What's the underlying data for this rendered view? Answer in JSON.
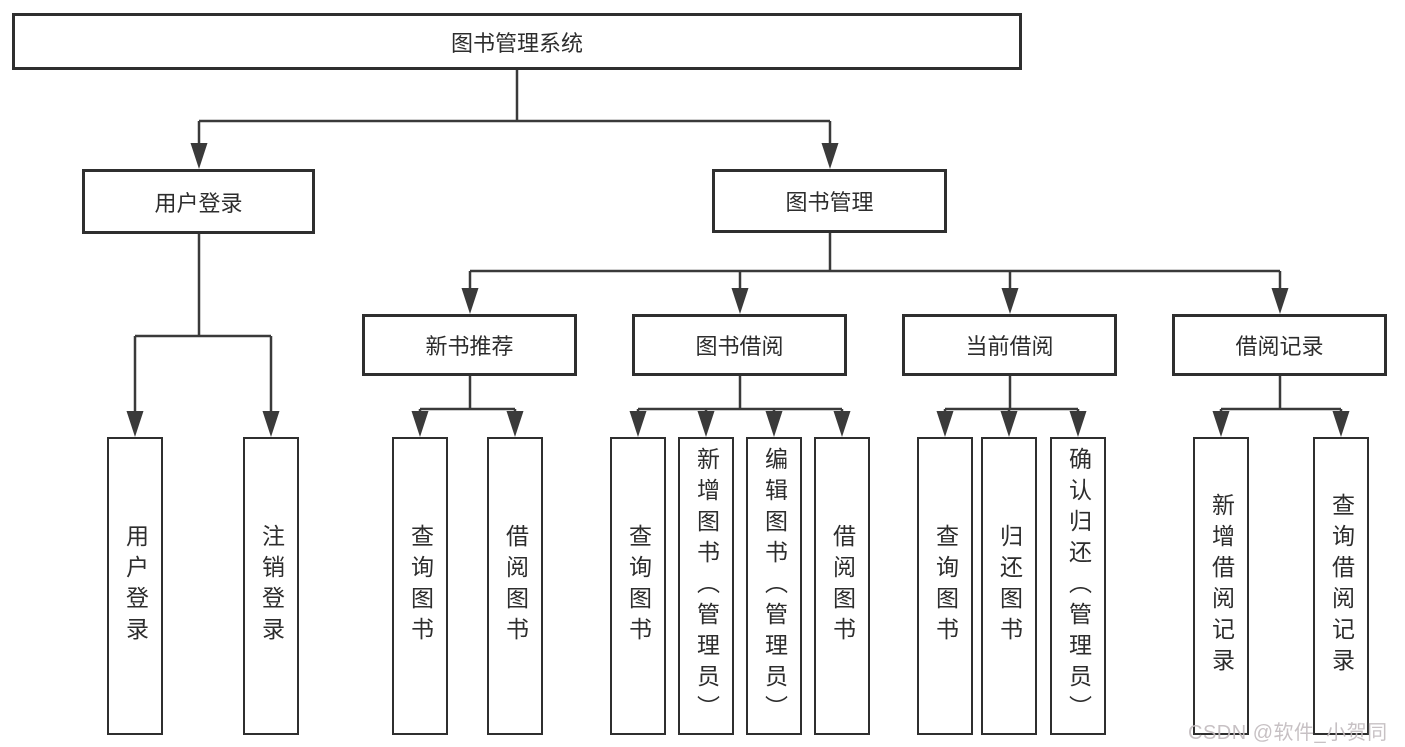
{
  "colors": {
    "background": "#ffffff",
    "line": "#3a3a3a",
    "border": "#2f2f2f",
    "text": "#2d2d2d",
    "watermark": "#c3bcbf"
  },
  "nodes": {
    "root": {
      "label": "图书管理系统"
    },
    "user_login": {
      "label": "用户登录"
    },
    "book_management": {
      "label": "图书管理"
    },
    "new_book_recommendation": {
      "label": "新书推荐"
    },
    "book_borrowing": {
      "label": "图书借阅"
    },
    "current_borrowing": {
      "label": "当前借阅"
    },
    "borrowing_records": {
      "label": "借阅记录"
    },
    "leaf_user_login": {
      "label": "用户登录"
    },
    "leaf_logout": {
      "label": "注销登录"
    },
    "leaf_rec_query_books": {
      "label": "查询图书"
    },
    "leaf_rec_borrow_books": {
      "label": "借阅图书"
    },
    "leaf_bor_query_books": {
      "label": "查询图书"
    },
    "leaf_bor_add_books": {
      "label": "新增图书（管理员）"
    },
    "leaf_bor_edit_books": {
      "label": "编辑图书（管理员）"
    },
    "leaf_bor_borrow_books": {
      "label": "借阅图书"
    },
    "leaf_cur_query_books": {
      "label": "查询图书"
    },
    "leaf_cur_return_books": {
      "label": "归还图书"
    },
    "leaf_cur_confirm_return": {
      "label": "确认归还（管理员）"
    },
    "leaf_his_add_record": {
      "label": "新增借阅记录"
    },
    "leaf_his_query_record": {
      "label": "查询借阅记录"
    }
  },
  "watermark": {
    "text": "CSDN @软件_小贺同学"
  }
}
